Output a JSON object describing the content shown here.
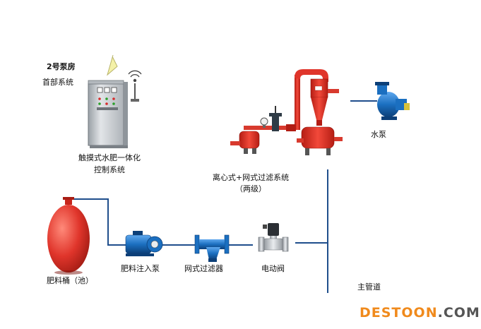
{
  "labels": {
    "pump_room": "2号泵房",
    "head_system": "首部系统",
    "controller_line1": "触摸式水肥一体化",
    "controller_line2": "控制系统",
    "filter_system_line1": "离心式+网式过滤系统",
    "filter_system_line2": "（两级）",
    "water_pump": "水泵",
    "fertilizer_tank": "肥料桶（池）",
    "injection_pump": "肥料注入泵",
    "screen_filter": "网式过滤器",
    "solenoid_valve": "电动阀",
    "main_pipe": "主管道"
  },
  "watermark": {
    "part1": "DESTOON",
    "part2": ".COM"
  },
  "colors": {
    "pipe": "#1f4e8c",
    "red_tank": "#e0352b",
    "cabinet": "#c9ccd0",
    "pump_blue": "#1b6fc0",
    "watermark_orange": "#f08a1c",
    "watermark_gray": "#555555"
  }
}
